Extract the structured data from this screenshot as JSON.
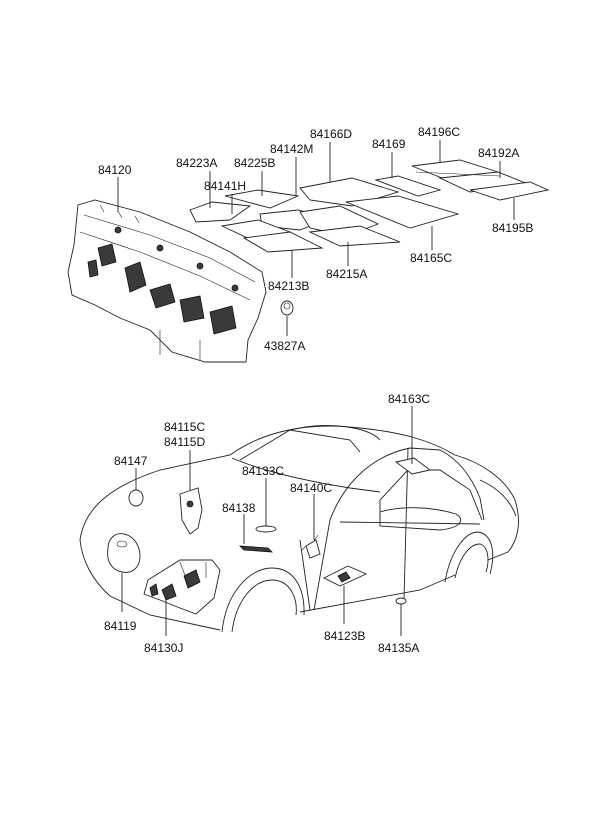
{
  "labels": {
    "p84120": "84120",
    "p84223A": "84223A",
    "p84225B": "84225B",
    "p84142M": "84142M",
    "p84166D": "84166D",
    "p84169": "84169",
    "p84196C": "84196C",
    "p84192A": "84192A",
    "p84141H": "84141H",
    "p84195B": "84195B",
    "p84165C": "84165C",
    "p84215A": "84215A",
    "p84213B": "84213B",
    "p43827A": "43827A",
    "p84163C": "84163C",
    "p84115C": "84115C",
    "p84115D": "84115D",
    "p84147": "84147",
    "p84133C": "84133C",
    "p84140C": "84140C",
    "p84138": "84138",
    "p84119": "84119",
    "p84130J": "84130J",
    "p84123B": "84123B",
    "p84135A": "84135A"
  }
}
